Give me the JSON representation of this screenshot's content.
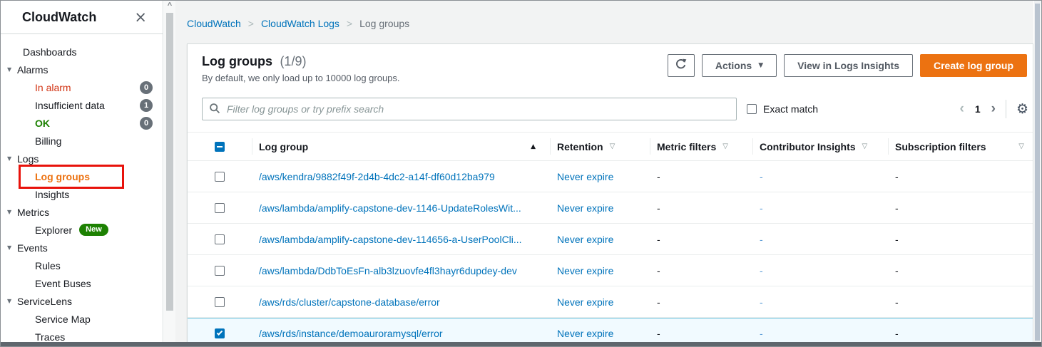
{
  "sidebar": {
    "title": "CloudWatch",
    "items": [
      {
        "label": "Dashboards",
        "type": "link"
      },
      {
        "label": "Alarms",
        "type": "section"
      },
      {
        "label": "In alarm",
        "type": "sub",
        "style": "red",
        "badge": "0"
      },
      {
        "label": "Insufficient data",
        "type": "sub",
        "badge": "1"
      },
      {
        "label": "OK",
        "type": "sub",
        "style": "green",
        "badge": "0"
      },
      {
        "label": "Billing",
        "type": "sub"
      },
      {
        "label": "Logs",
        "type": "section"
      },
      {
        "label": "Log groups",
        "type": "sub",
        "style": "active",
        "annotated": true
      },
      {
        "label": "Insights",
        "type": "sub"
      },
      {
        "label": "Metrics",
        "type": "section"
      },
      {
        "label": "Explorer",
        "type": "sub",
        "tag": "New"
      },
      {
        "label": "Events",
        "type": "section"
      },
      {
        "label": "Rules",
        "type": "sub"
      },
      {
        "label": "Event Buses",
        "type": "sub"
      },
      {
        "label": "ServiceLens",
        "type": "section"
      },
      {
        "label": "Service Map",
        "type": "sub"
      },
      {
        "label": "Traces",
        "type": "sub"
      }
    ]
  },
  "breadcrumb": [
    "CloudWatch",
    "CloudWatch Logs",
    "Log groups"
  ],
  "panel": {
    "title": "Log groups",
    "count": "(1/9)",
    "subtitle": "By default, we only load up to 10000 log groups.",
    "actions_label": "Actions",
    "view_insights_label": "View in Logs Insights",
    "create_label": "Create log group",
    "filter_placeholder": "Filter log groups or try prefix search",
    "exact_match_label": "Exact match",
    "page": "1"
  },
  "table": {
    "columns": [
      "Log group",
      "Retention",
      "Metric filters",
      "Contributor Insights",
      "Subscription filters"
    ],
    "sort": {
      "column": "Log group",
      "direction": "ascending"
    },
    "header_checkbox_state": "indeterminate",
    "rows": [
      {
        "log_group": "/aws/kendra/9882f49f-2d4b-4dc2-a14f-df60d12ba979",
        "retention": "Never expire",
        "metric_filters": "-",
        "contributor_insights": "-",
        "subscription_filters": "-",
        "checked": false
      },
      {
        "log_group": "/aws/lambda/amplify-capstone-dev-1146-UpdateRolesWit...",
        "retention": "Never expire",
        "metric_filters": "-",
        "contributor_insights": "-",
        "subscription_filters": "-",
        "checked": false
      },
      {
        "log_group": "/aws/lambda/amplify-capstone-dev-114656-a-UserPoolCli...",
        "retention": "Never expire",
        "metric_filters": "-",
        "contributor_insights": "-",
        "subscription_filters": "-",
        "checked": false
      },
      {
        "log_group": "/aws/lambda/DdbToEsFn-alb3lzuovfe4fl3hayr6dupdey-dev",
        "retention": "Never expire",
        "metric_filters": "-",
        "contributor_insights": "-",
        "subscription_filters": "-",
        "checked": false
      },
      {
        "log_group": "/aws/rds/cluster/capstone-database/error",
        "retention": "Never expire",
        "metric_filters": "-",
        "contributor_insights": "-",
        "subscription_filters": "-",
        "checked": false
      },
      {
        "log_group": "/aws/rds/instance/demoauroramysql/error",
        "retention": "Never expire",
        "metric_filters": "-",
        "contributor_insights": "-",
        "subscription_filters": "-",
        "checked": true
      }
    ]
  },
  "icons": {
    "close": "×",
    "caret_down": "▼",
    "sort_asc": "▲",
    "sort_unsorted": "▽",
    "gear": "⚙",
    "chevron_left": "‹",
    "chevron_right": "›",
    "scroll_up": "^",
    "breadcrumb_sep": ">",
    "refresh": "refresh-icon",
    "search": "search-icon"
  },
  "colors": {
    "accent_orange": "#ec7211",
    "link_blue": "#0073bb",
    "alarm_red": "#d13212",
    "ok_green": "#1d8102",
    "new_badge_green": "#1d8102",
    "badge_gray": "#687078",
    "selected_row_bg": "#f1faff",
    "selected_row_border": "#6fc3dc",
    "annotation_red": "#e8120b"
  }
}
